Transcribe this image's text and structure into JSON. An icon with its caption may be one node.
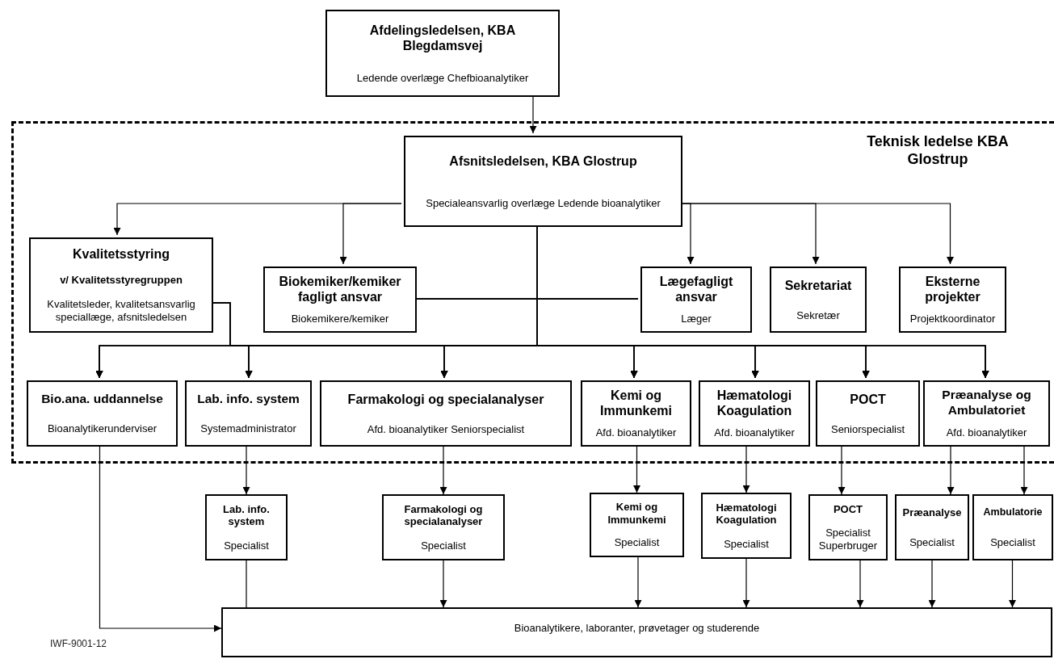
{
  "diagram": {
    "nodes": [
      {
        "text": [
          "Afdelingsledelsen, KBA Blegdamsvej",
          "Ledende overlæge Chefbioanalytiker"
        ]
      },
      {
        "text": [
          "Teknisk ledelse KBA Glostrup"
        ]
      },
      {
        "text": [
          "Afsnitsledelsen, KBA Glostrup",
          "Specialeansvarlig overlæge Ledende bioanalytiker"
        ],
        "in": 1
      },
      {
        "text": [
          "Kvalitetsstyring",
          "v/ Kvalitetsstyregruppen",
          "Kvalitetsleder, kvalitetsansvarlig speciallæge, afsnitsledelsen"
        ],
        "in": 1
      },
      {
        "text": [
          "Biokemiker/kemiker fagligt ansvar",
          "Biokemikere/kemiker"
        ],
        "in": 1
      },
      {
        "text": [
          "Lægefagligt ansvar",
          "Læger"
        ],
        "in": 1
      },
      {
        "text": [
          "Sekretariat",
          "Sekretær"
        ],
        "in": 1
      },
      {
        "text": [
          "Eksterne projekter",
          "Projektkoordinator"
        ],
        "in": 1
      },
      {
        "text": [
          "Bio.ana. uddannelse",
          "Bioanalytikerunderviser"
        ],
        "in": 1
      },
      {
        "text": [
          "Lab. info. system",
          "Systemadministrator"
        ],
        "in": 1
      },
      {
        "text": [
          "Farmakologi og specialanalyser",
          "Afd. bioanalytiker Seniorspecialist"
        ],
        "in": 1
      },
      {
        "text": [
          "Kemi og Immunkemi",
          "Afd. bioanalytiker"
        ],
        "in": 1
      },
      {
        "text": [
          "Hæmatologi Koagulation",
          "Afd. bioanalytiker"
        ],
        "in": 1
      },
      {
        "text": [
          "POCT",
          "Seniorspecialist"
        ],
        "in": 1
      },
      {
        "text": [
          "Præanalyse og Ambulatoriet",
          "Afd. bioanalytiker"
        ],
        "in": 1
      },
      {
        "text": [
          "Lab. info. system",
          "Specialist"
        ]
      },
      {
        "text": [
          "Farmakologi og specialanalyser",
          "Specialist"
        ]
      },
      {
        "text": [
          "Kemi og Immunkemi",
          "Specialist"
        ]
      },
      {
        "text": [
          "Hæmatologi Koagulation",
          "Specialist"
        ]
      },
      {
        "text": [
          "POCT",
          "Specialist Superbruger"
        ]
      },
      {
        "text": [
          "Præanalyse",
          "Specialist"
        ]
      },
      {
        "text": [
          "Ambulatorie",
          "Specialist"
        ]
      },
      {
        "text": [
          "Bioanalytikere, laboranter, prøvetager og studerende"
        ]
      }
    ],
    "edges": [
      {
        "from": 0,
        "to": 2,
        "arrow": "to"
      },
      {
        "from": 2,
        "to": 3,
        "arrow": "to"
      },
      {
        "from": 2,
        "to": 4,
        "arrow": "to"
      },
      {
        "from": 2,
        "to": 5,
        "arrow": "to"
      },
      {
        "from": 2,
        "to": 6,
        "arrow": "to"
      },
      {
        "from": 2,
        "to": 7,
        "arrow": "to"
      },
      {
        "from": 2,
        "to": 8,
        "arrow": "to"
      },
      {
        "from": 2,
        "to": 9,
        "arrow": "to"
      },
      {
        "from": 2,
        "to": 10,
        "arrow": "to"
      },
      {
        "from": 2,
        "to": 11,
        "arrow": "to"
      },
      {
        "from": 2,
        "to": 12,
        "arrow": "to"
      },
      {
        "from": 2,
        "to": 13,
        "arrow": "to"
      },
      {
        "from": 2,
        "to": 14,
        "arrow": "to"
      },
      {
        "from": 3,
        "to": 8,
        "arrow": "to"
      },
      {
        "from": 3,
        "to": 9,
        "arrow": "to"
      },
      {
        "from": 3,
        "to": 10,
        "arrow": "to"
      },
      {
        "from": 3,
        "to": 11,
        "arrow": "to"
      },
      {
        "from": 3,
        "to": 12,
        "arrow": "to"
      },
      {
        "from": 3,
        "to": 13,
        "arrow": "to"
      },
      {
        "from": 3,
        "to": 14,
        "arrow": "to"
      },
      {
        "from": 4,
        "to": 8,
        "arrow": "to"
      },
      {
        "from": 4,
        "to": 9,
        "arrow": "to"
      },
      {
        "from": 4,
        "to": 10,
        "arrow": "to"
      },
      {
        "from": 4,
        "to": 11,
        "arrow": "to"
      },
      {
        "from": 4,
        "to": 12,
        "arrow": "to"
      },
      {
        "from": 4,
        "to": 13,
        "arrow": "to"
      },
      {
        "from": 4,
        "to": 14,
        "arrow": "to"
      },
      {
        "from": 5,
        "to": 8,
        "arrow": "to"
      },
      {
        "from": 5,
        "to": 9,
        "arrow": "to"
      },
      {
        "from": 5,
        "to": 10,
        "arrow": "to"
      },
      {
        "from": 5,
        "to": 11,
        "arrow": "to"
      },
      {
        "from": 5,
        "to": 12,
        "arrow": "to"
      },
      {
        "from": 5,
        "to": 13,
        "arrow": "to"
      },
      {
        "from": 5,
        "to": 14,
        "arrow": "to"
      },
      {
        "from": 8,
        "to": 22,
        "arrow": "to"
      },
      {
        "from": 9,
        "to": 15,
        "arrow": "to"
      },
      {
        "from": 10,
        "to": 16,
        "arrow": "to"
      },
      {
        "from": 11,
        "to": 17,
        "arrow": "to"
      },
      {
        "from": 12,
        "to": 18,
        "arrow": "to"
      },
      {
        "from": 13,
        "to": 19,
        "arrow": "to"
      },
      {
        "from": 14,
        "to": 20,
        "arrow": "to"
      },
      {
        "from": 14,
        "to": 21,
        "arrow": "to"
      },
      {
        "from": 15,
        "to": 22,
        "arrow": "to"
      },
      {
        "from": 16,
        "to": 22,
        "arrow": "to"
      },
      {
        "from": 17,
        "to": 22,
        "arrow": "to"
      },
      {
        "from": 18,
        "to": 22,
        "arrow": "to"
      },
      {
        "from": 19,
        "to": 22,
        "arrow": "to"
      },
      {
        "from": 20,
        "to": 22,
        "arrow": "to"
      },
      {
        "from": 21,
        "to": 22,
        "arrow": "to"
      }
    ],
    "labels": [
      "IWF-9001-12"
    ]
  }
}
